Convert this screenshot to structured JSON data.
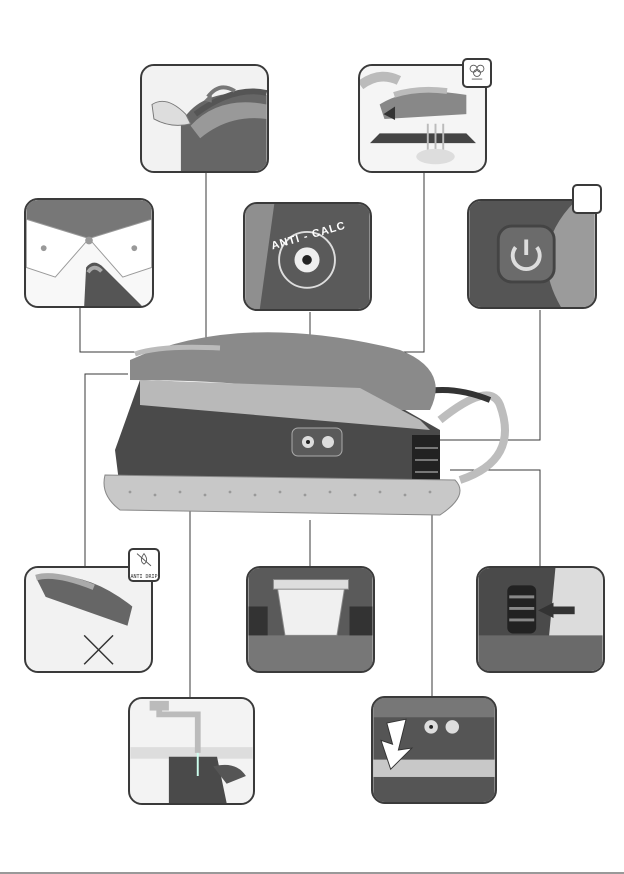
{
  "document": {
    "type": "product illustration page",
    "labels": {
      "anti_calc": "ANTI - CALC",
      "anti_drip": "ANTI DRIP"
    },
    "panels": [
      "lid-opening",
      "steam-shot",
      "shirt-collar-ironing",
      "anti-calc-button",
      "power-button",
      "anti-drip-iron",
      "water-tank",
      "cord-storage",
      "tap-filling",
      "heel-rest-indicator"
    ],
    "colors": {
      "body_dark": "#4a4a4a",
      "body_mid": "#8a8a8a",
      "body_light": "#b9b9b9",
      "base_strip": "#c8c8c8",
      "hose": "#bdbdbd",
      "line": "#3a3a3a"
    }
  }
}
